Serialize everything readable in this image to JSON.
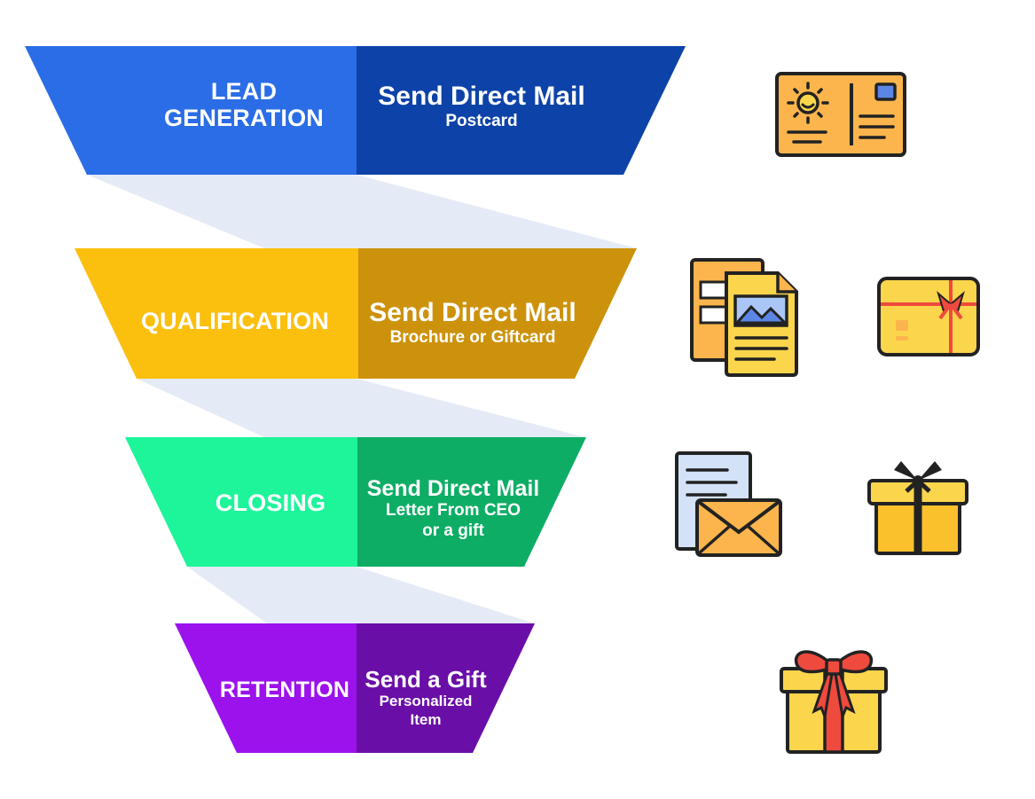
{
  "funnel": {
    "stages": [
      {
        "name_lines": [
          "LEAD",
          "GENERATION"
        ],
        "action": "Send Direct Mail",
        "detail_lines": [
          "Postcard"
        ],
        "color_left": "#2a6de6",
        "color_right": "#0d43a8",
        "icons": [
          "postcard-icon"
        ]
      },
      {
        "name_lines": [
          "QUALIFICATION"
        ],
        "action": "Send Direct Mail",
        "detail_lines": [
          "Brochure or Giftcard"
        ],
        "color_left": "#fbbf0e",
        "color_right": "#cd920b",
        "icons": [
          "brochure-icon",
          "giftcard-icon"
        ]
      },
      {
        "name_lines": [
          "CLOSING"
        ],
        "action": "Send Direct Mail",
        "detail_lines": [
          "Letter From CEO",
          "or a gift"
        ],
        "color_left": "#1ef49a",
        "color_right": "#0ead65",
        "icons": [
          "letter-envelope-icon",
          "gift-box-icon"
        ]
      },
      {
        "name_lines": [
          "RETENTION"
        ],
        "action": "Send a Gift",
        "detail_lines": [
          "Personalized",
          "Item"
        ],
        "color_left": "#9b12ec",
        "color_right": "#6a0ea8",
        "icons": [
          "ribbon-gift-icon"
        ]
      }
    ],
    "connector_color": "#e4ebf6"
  }
}
